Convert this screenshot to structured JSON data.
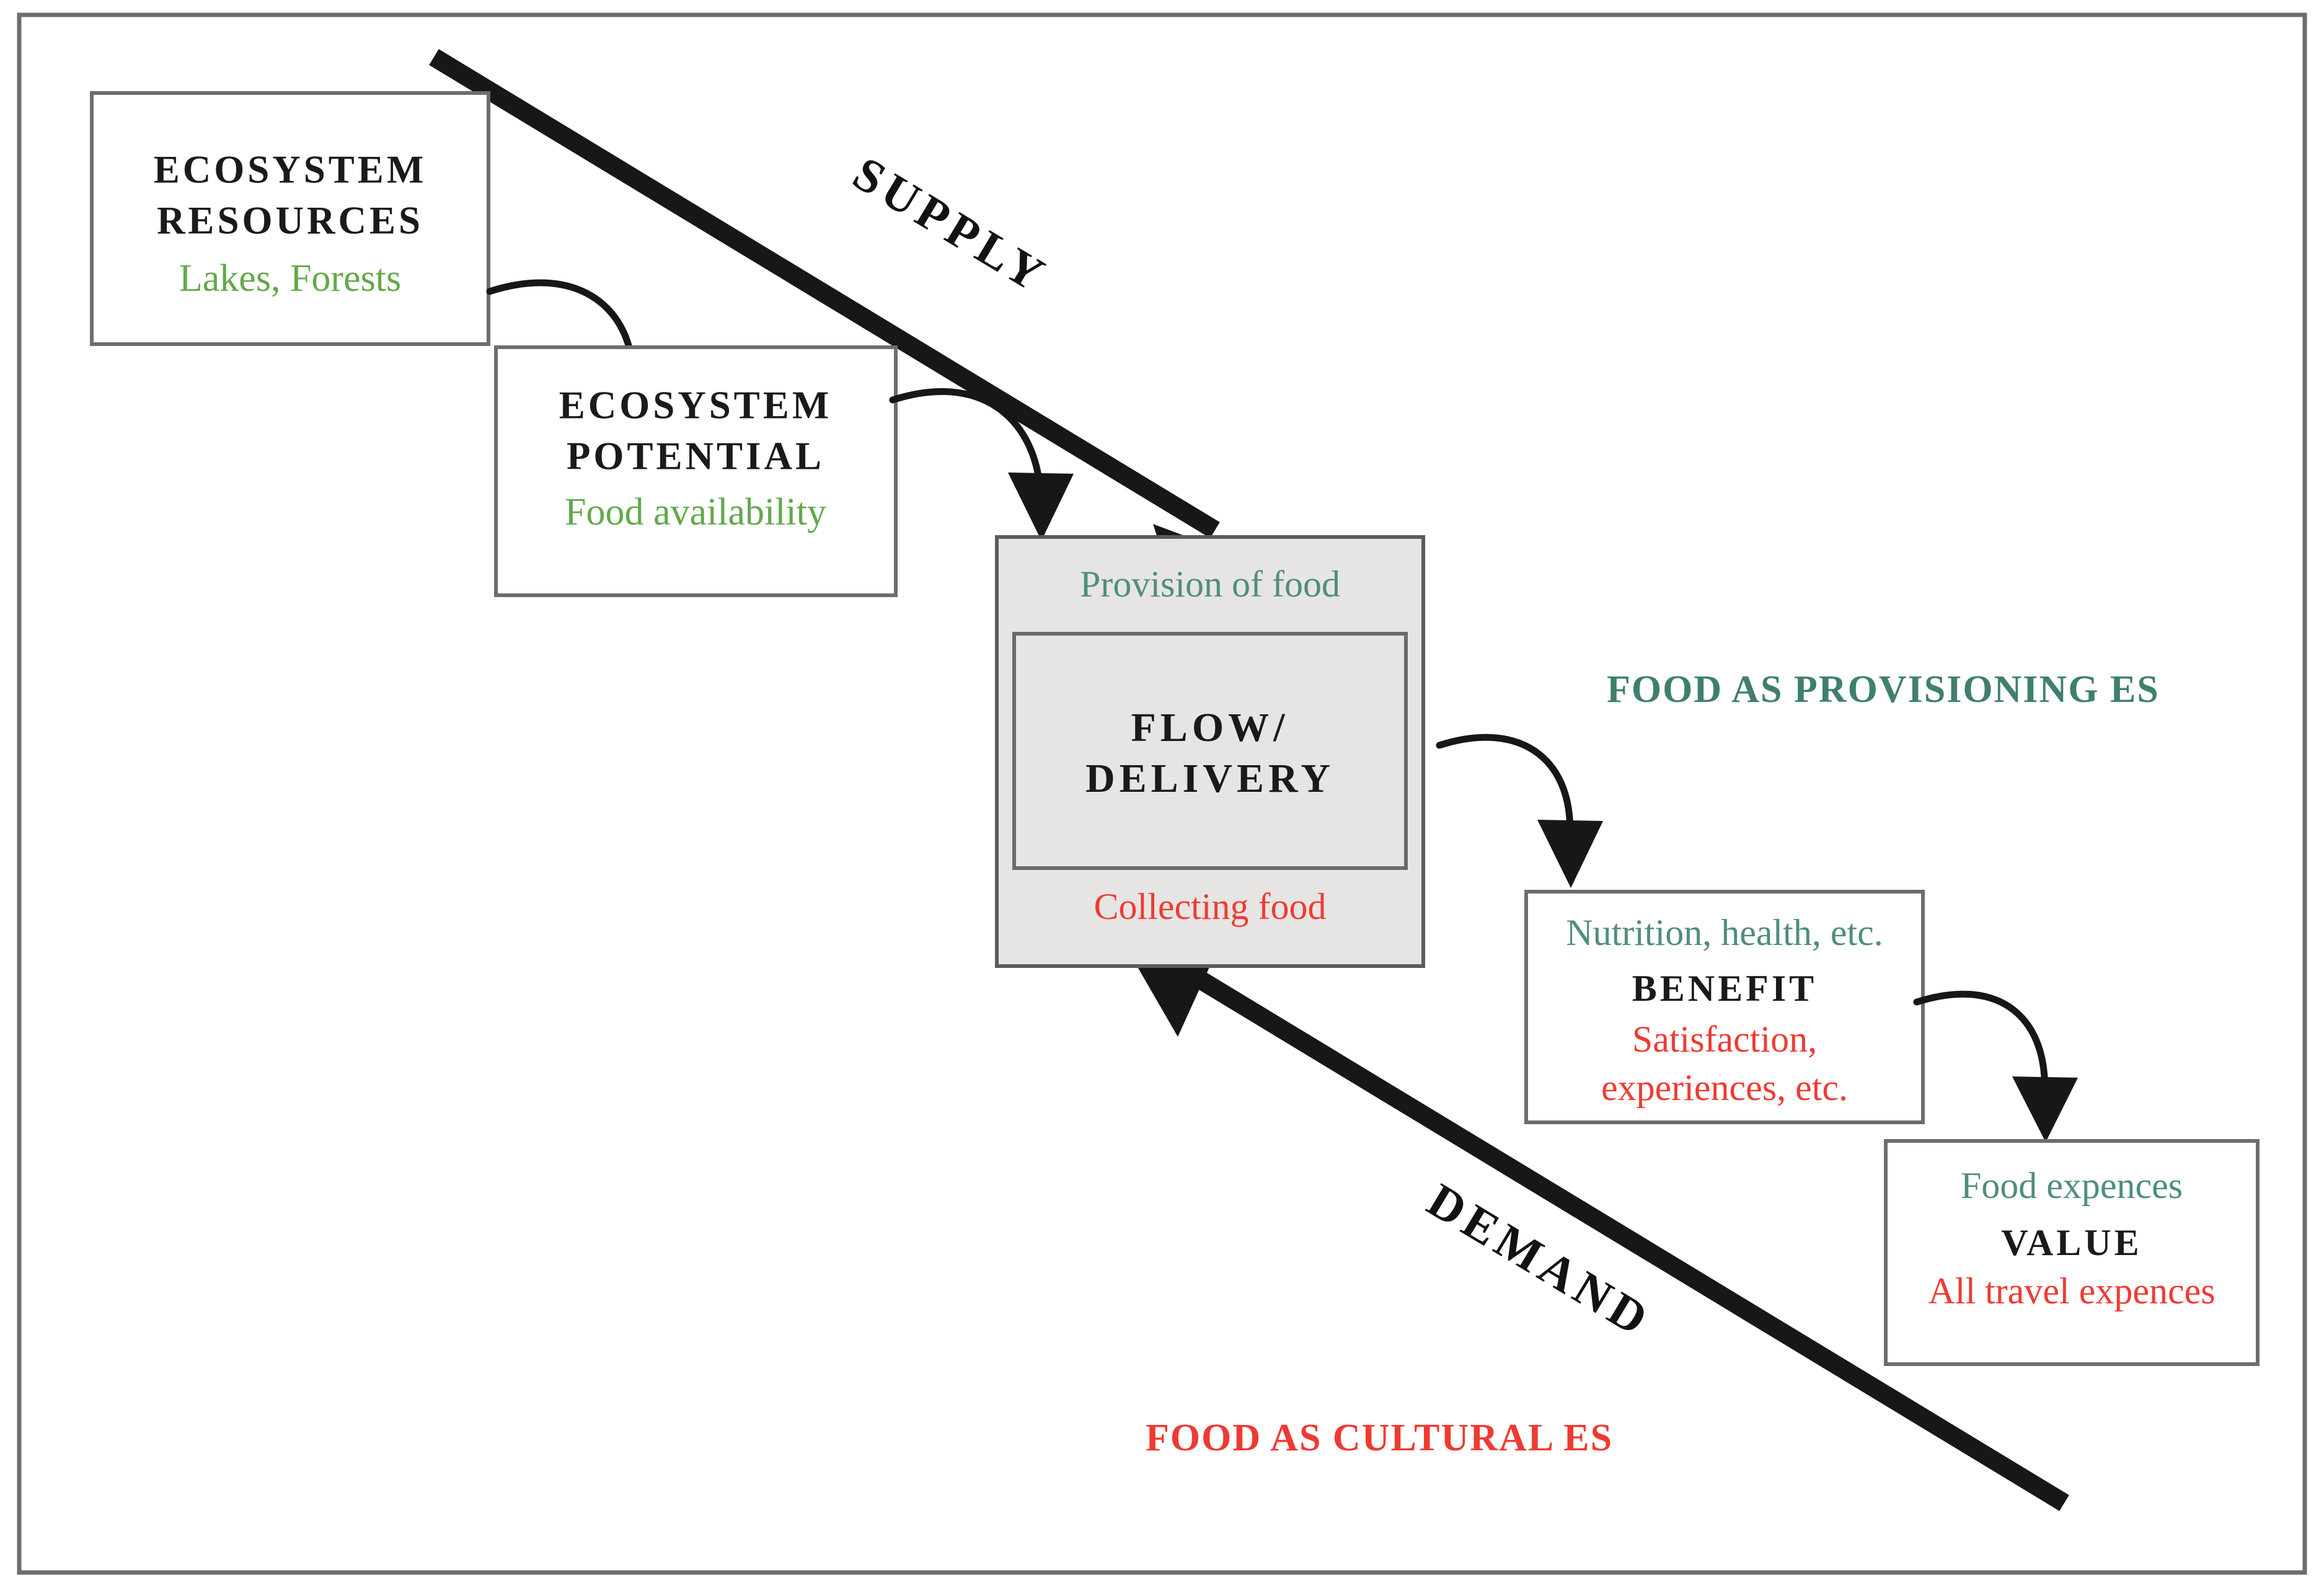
{
  "figure": {
    "title": "Food as provisioning and cultural ecosystem service cascade",
    "colors": {
      "green": "#63a84b",
      "teal": "#4f8d7e",
      "red": "#ef3b33",
      "es_teal": "#3f7f6f",
      "es_red": "#ee3a32",
      "black": "#17171a",
      "gray_fill": "#e6e5e3",
      "border_gray": "#6d6d6d"
    }
  },
  "nodes": {
    "ecosystem_resources": {
      "title_line1": "ECOSYSTEM",
      "title_line2": "RESOURCES",
      "example": "Lakes, Forests"
    },
    "ecosystem_potential": {
      "title_line1": "ECOSYSTEM",
      "title_line2": "POTENTIAL",
      "example": "Food availability"
    },
    "flow_delivery": {
      "provisioning_label": "Provision of food",
      "title_line1": "FLOW/",
      "title_line2": "DELIVERY",
      "cultural_label": "Collecting food"
    },
    "benefit": {
      "provisioning_label": "Nutrition, health, etc.",
      "title": "BENEFIT",
      "cultural_label_line1": "Satisfaction,",
      "cultural_label_line2": "experiences, etc."
    },
    "value": {
      "provisioning_label": "Food expences",
      "title": "VALUE",
      "cultural_label": "All travel expences"
    }
  },
  "axes": {
    "supply": "SUPPLY",
    "demand": "DEMAND"
  },
  "legends": {
    "provisioning": "FOOD AS PROVISIONING ES",
    "cultural": "FOOD AS CULTURAL ES"
  }
}
